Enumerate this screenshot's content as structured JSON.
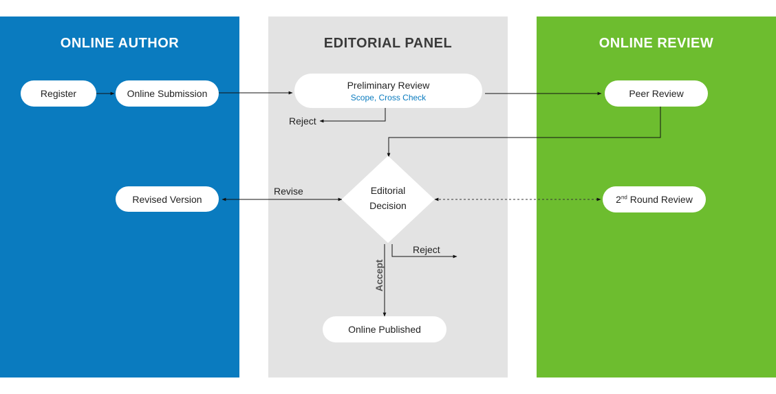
{
  "lanes": {
    "author": "ONLINE AUTHOR",
    "editorial": "EDITORIAL PANEL",
    "review": "ONLINE REVIEW"
  },
  "nodes": {
    "register": "Register",
    "online_submission": "Online Submission",
    "preliminary_review": "Preliminary Review",
    "preliminary_review_sub": "Scope, Cross Check",
    "peer_review": "Peer Review",
    "revised_version": "Revised Version",
    "editorial_decision_line1": "Editorial",
    "editorial_decision_line2": "Decision",
    "second_round_prefix": "2",
    "second_round_sup": "nd",
    "second_round_suffix": " Round Review",
    "online_published": "Online Published"
  },
  "edge_labels": {
    "reject_1": "Reject",
    "revise": "Revise",
    "reject_2": "Reject",
    "accept": "Accept"
  },
  "colors": {
    "author_lane": "#0a7bbf",
    "editorial_lane": "#e3e3e3",
    "review_lane": "#6dbd2f",
    "subtitle": "#0a7bbf"
  }
}
